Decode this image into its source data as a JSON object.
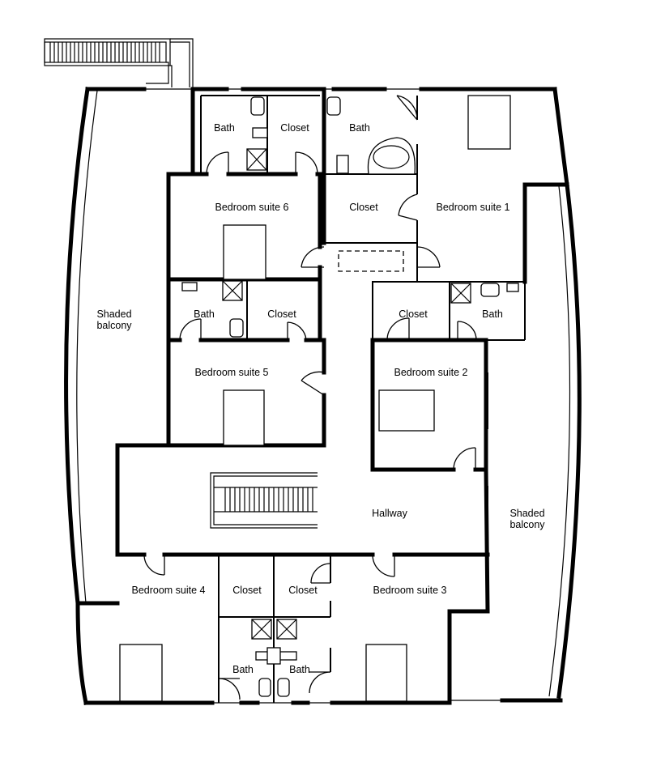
{
  "plan": {
    "rooms": {
      "bath_top_left": "Bath",
      "closet_top_left": "Closet",
      "bath_top_mid": "Bath",
      "closet_mid": "Closet",
      "bedroom_suite_1": "Bedroom suite 1",
      "bedroom_suite_6": "Bedroom suite 6",
      "bath_6": "Bath",
      "closet_6": "Closet",
      "bedroom_suite_5": "Bedroom suite 5",
      "closet_2": "Closet",
      "bath_2": "Bath",
      "bedroom_suite_2": "Bedroom suite 2",
      "hallway": "Hallway",
      "bedroom_suite_4": "Bedroom suite 4",
      "closet_4": "Closet",
      "closet_3": "Closet",
      "bedroom_suite_3": "Bedroom suite 3",
      "bath_4": "Bath",
      "bath_3": "Bath"
    },
    "balconies": {
      "left_line1": "Shaded",
      "left_line2": "balcony",
      "right_line1": "Shaded",
      "right_line2": "balcony"
    }
  }
}
